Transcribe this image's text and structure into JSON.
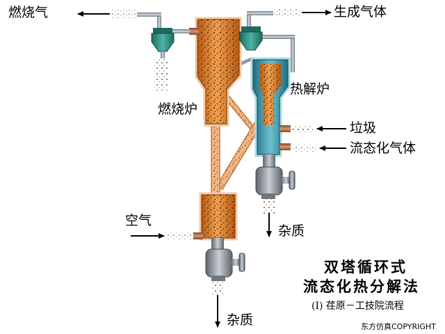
{
  "labels": {
    "flue_gas": "燃烧气",
    "product_gas": "生成气体",
    "combustion_furnace": "燃烧炉",
    "pyrolysis_furnace": "热解炉",
    "waste": "垃圾",
    "fluidizing_gas": "流态化气体",
    "air": "空气",
    "impurity_right": "杂质",
    "impurity_bottom": "杂质"
  },
  "title": {
    "line1": "双塔循环式",
    "line2": "流态化热分解法",
    "subtitle": "(I) 荏原－工技院流程"
  },
  "copyright": "东方仿真COPYRIGHT",
  "colors": {
    "combustion_fill": "#e8862a",
    "combustion_glow": "#f7c9a0",
    "pyrolysis_fill": "#e07a2a",
    "pyrolysis_water": "#3a95a5",
    "pyrolysis_glow": "#9fd8e2",
    "pipe": "#9aa4b1",
    "valve": "#8b929b",
    "cyclone": "#2f8a7e"
  }
}
